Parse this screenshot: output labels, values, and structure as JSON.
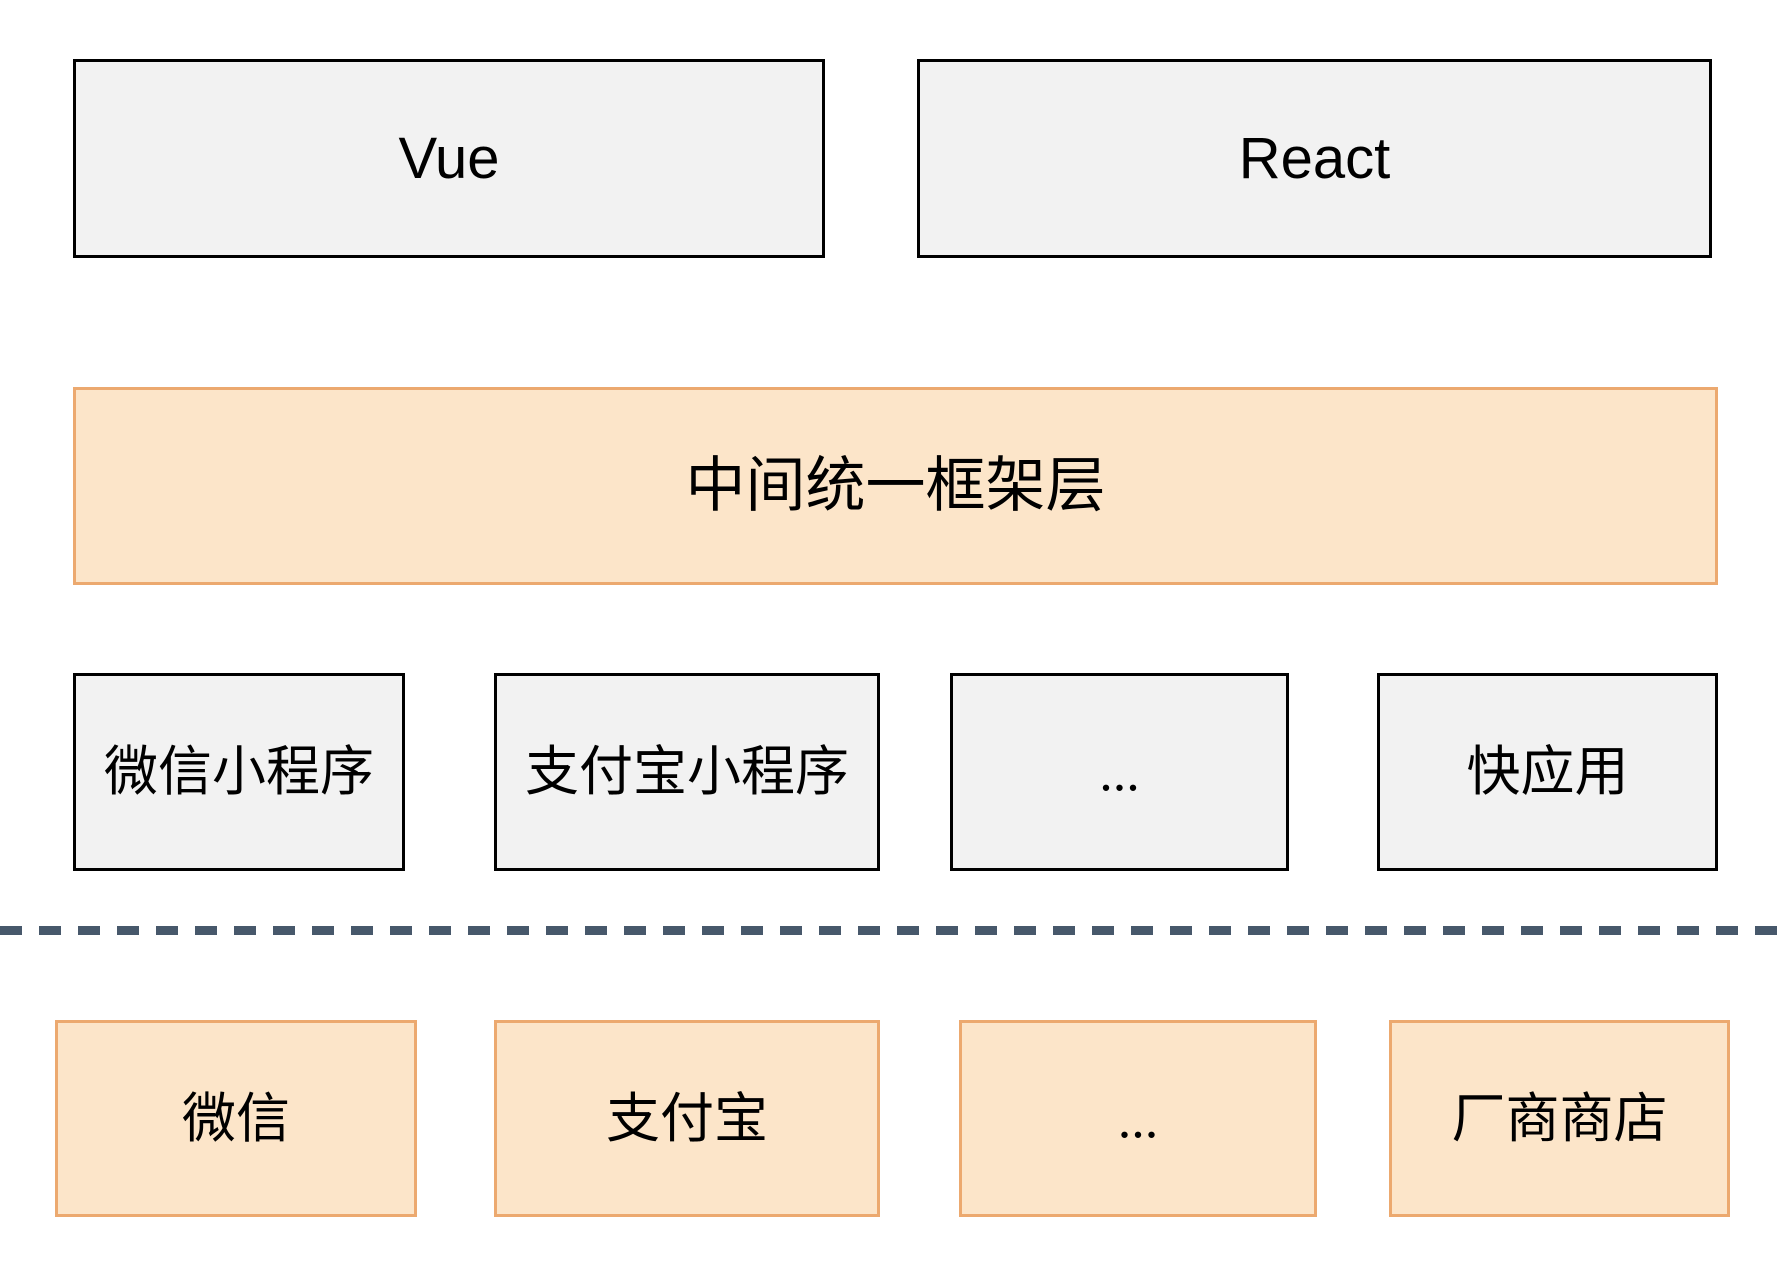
{
  "diagram": {
    "title": "mini-program cross-platform framework architecture",
    "framework_row": [
      {
        "id": "vue",
        "label": "Vue"
      },
      {
        "id": "react",
        "label": "React"
      }
    ],
    "middle_layer": {
      "label": "中间统一框架层"
    },
    "platform_row": [
      {
        "id": "wechat-miniprogram",
        "label": "微信小程序"
      },
      {
        "id": "alipay-miniprogram",
        "label": "支付宝小程序"
      },
      {
        "id": "more-platforms",
        "label": "..."
      },
      {
        "id": "quick-app",
        "label": "快应用"
      }
    ],
    "host_row": [
      {
        "id": "wechat",
        "label": "微信"
      },
      {
        "id": "alipay",
        "label": "支付宝"
      },
      {
        "id": "more-hosts",
        "label": "..."
      },
      {
        "id": "vendor-store",
        "label": "厂商商店"
      }
    ],
    "colors": {
      "background": "#ffffff",
      "gray_box_fill": "#f2f2f2",
      "gray_box_border": "#000000",
      "orange_box_fill": "#fce5c9",
      "orange_box_border": "#eca96f",
      "divider_dash": "#47586b",
      "text": "#000000"
    }
  }
}
